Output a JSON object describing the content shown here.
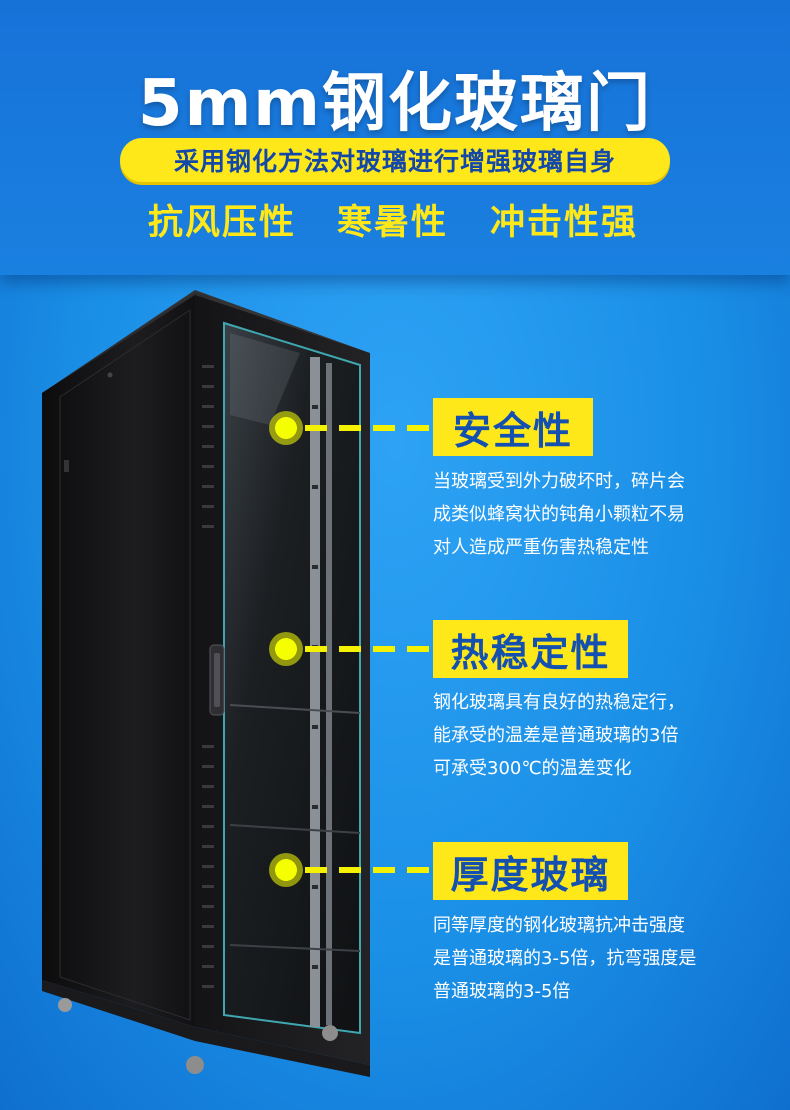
{
  "header": {
    "title": "5mm钢化玻璃门",
    "subtitle": "采用钢化方法对玻璃进行增强玻璃自身",
    "features": [
      "抗风压性",
      "寒暑性",
      "冲击性强"
    ]
  },
  "callouts": [
    {
      "label": "安全性",
      "lines": [
        "当玻璃受到外力破坏时，碎片会",
        "成类似蜂窝状的钝角小颗粒不易",
        "对人造成严重伤害热稳定性"
      ]
    },
    {
      "label": "热稳定性",
      "lines": [
        "钢化玻璃具有良好的热稳定行，",
        "能承受的温差是普通玻璃的3倍",
        "可承受300℃的温差变化"
      ]
    },
    {
      "label": "厚度玻璃",
      "lines": [
        "同等厚度的钢化玻璃抗冲击强度",
        "是普通玻璃的3-5倍，抗弯强度是",
        "普通玻璃的3-5倍"
      ]
    }
  ],
  "colors": {
    "background": "#1a8fe6",
    "accent_yellow": "#ffe81a",
    "label_text_blue": "#1450b0",
    "cabinet": "#1b1b1d"
  },
  "icons": [
    "cabinet-illustration",
    "callout-dot-icon"
  ]
}
